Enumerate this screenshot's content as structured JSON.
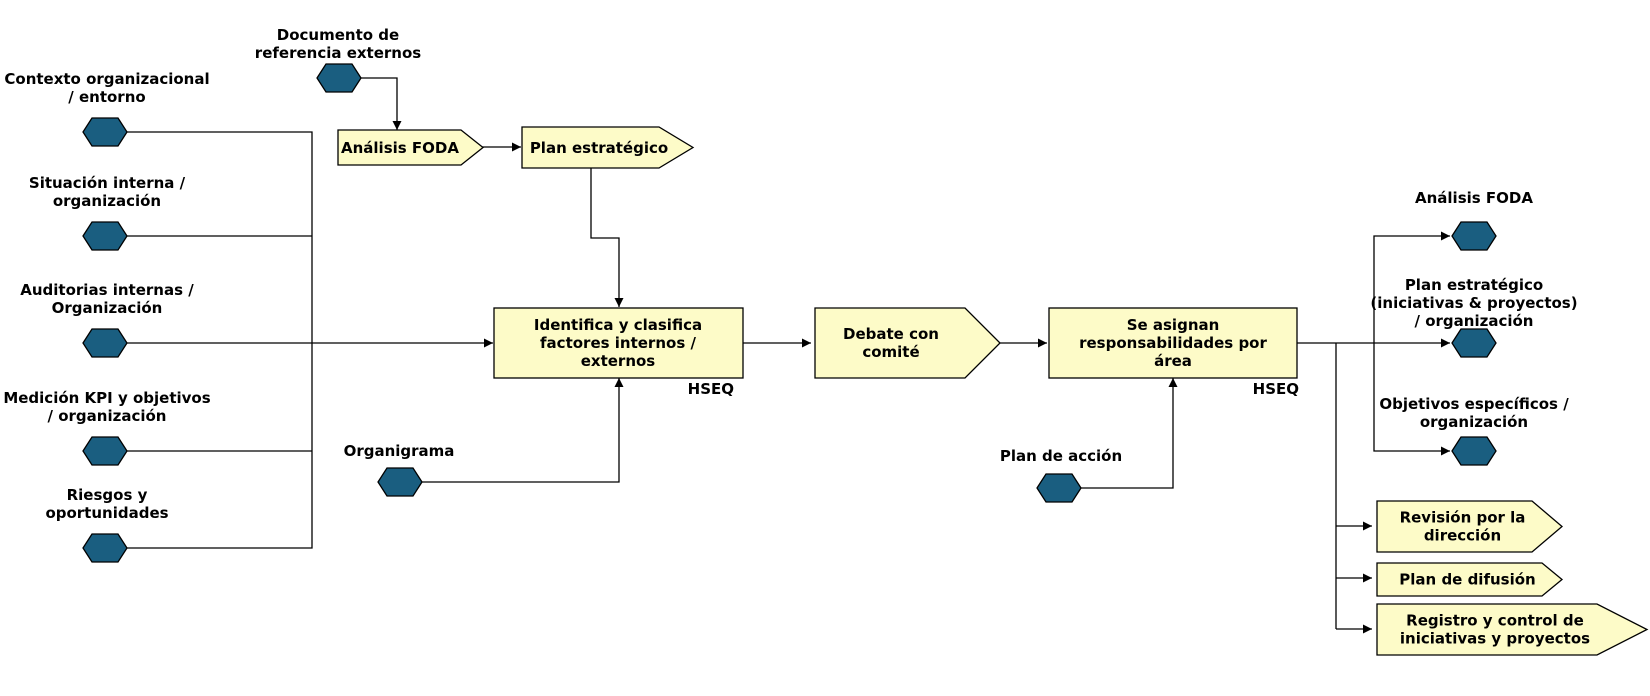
{
  "colors": {
    "box_fill": "#fdfbc8",
    "hexagon_fill": "#1a5e80",
    "stroke": "#000000"
  },
  "inputs_left": [
    {
      "icon": "hexagon-icon",
      "label": [
        "Contexto organizacional",
        "/ entorno"
      ]
    },
    {
      "icon": "hexagon-icon",
      "label": [
        "Situación interna /",
        "organización"
      ]
    },
    {
      "icon": "hexagon-icon",
      "label": [
        "Auditorias internas /",
        "Organización"
      ]
    },
    {
      "icon": "hexagon-icon",
      "label": [
        "Medición KPI y objetivos",
        "/ organización"
      ]
    },
    {
      "icon": "hexagon-icon",
      "label": [
        "Riesgos y",
        "oportunidades"
      ]
    }
  ],
  "doc_ref": {
    "icon": "hexagon-icon",
    "label": [
      "Documento de",
      "referencia externos"
    ]
  },
  "organigrama": {
    "icon": "hexagon-icon",
    "label": [
      "Organigrama"
    ]
  },
  "plan_accion": {
    "icon": "hexagon-icon",
    "label": [
      "Plan de acción"
    ]
  },
  "top_flow": {
    "analisis_foda": [
      "Análisis FODA"
    ],
    "plan_estrategico": [
      "Plan estratégico"
    ]
  },
  "process": {
    "identifica": {
      "text": [
        "Identifica y clasifica",
        "factores internos /",
        "externos"
      ],
      "role": "HSEQ"
    },
    "debate": {
      "text": [
        "Debate con",
        "comité"
      ]
    },
    "asignan": {
      "text": [
        "Se asignan",
        "responsabilidades por",
        "área"
      ],
      "role": "HSEQ"
    }
  },
  "outputs_hex": [
    {
      "icon": "hexagon-icon",
      "label": [
        "Análisis FODA"
      ]
    },
    {
      "icon": "hexagon-icon",
      "label": [
        "Plan estratégico",
        "(iniciativas & proyectos)",
        "/ organización"
      ]
    },
    {
      "icon": "hexagon-icon",
      "label": [
        "Objetivos específicos /",
        "organización"
      ]
    }
  ],
  "outputs_box": [
    {
      "text": [
        "Revisión por la",
        "dirección"
      ]
    },
    {
      "text": [
        "Plan de difusión"
      ]
    },
    {
      "text": [
        "Registro y control de",
        "iniciativas y proyectos"
      ]
    }
  ]
}
